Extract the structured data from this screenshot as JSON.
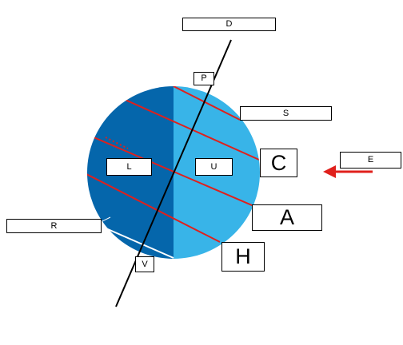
{
  "labels": {
    "D": "D",
    "P": "P",
    "S": "S",
    "C": "C",
    "E": "E",
    "L": "L",
    "U": "U",
    "A": "A",
    "R": "R",
    "H": "H",
    "V": "V"
  },
  "colors": {
    "night_side": "#0566ab",
    "day_side": "#38b4e8",
    "latitude_lines": "#e0201c",
    "sun_arrow": "#e0201c",
    "axis": "#000000",
    "terminator": "#ffffff"
  }
}
